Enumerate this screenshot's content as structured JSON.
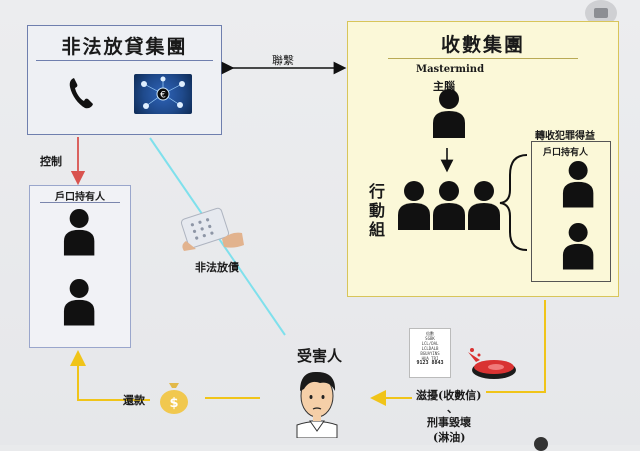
{
  "groups": {
    "lender": {
      "title": "非法放貸集團"
    },
    "collector": {
      "title": "收數集團",
      "mastermind_en": "Mastermind",
      "mastermind_zh": "主腦",
      "action_group": "行動組"
    },
    "owners": {
      "title": "戶口持有人"
    },
    "accounts": {
      "title": "轉收犯罪得益",
      "subtitle": "戶口持有人"
    }
  },
  "labels": {
    "link": "聯繫",
    "control": "控制",
    "illegal_loan": "非法放債",
    "victim": "受害人",
    "repay": "還款",
    "harass": "滋擾(收數信)",
    "separator": "、",
    "criminal_damage": "刑事毀壞",
    "paint": "(淋油)"
  },
  "receipt": {
    "lines": [
      "倍數",
      "SGBK",
      "LCL/DAL",
      "LCLDALB",
      "BGUAYINS",
      "HUA TRI"
    ],
    "phone": "9123 8843"
  },
  "icons": [
    "phone-icon",
    "network-icon",
    "money-bag-icon",
    "paint-can-icon",
    "phone-app-icon",
    "webcam-icon"
  ],
  "colors": {
    "lender_border": "#6f7fae",
    "collector_fill": "#fbf8d8",
    "collector_border": "#d8c55a",
    "control_arrow": "#d9534f",
    "flow_arrow": "#f0c419",
    "loan_line": "#7fe0ec"
  }
}
